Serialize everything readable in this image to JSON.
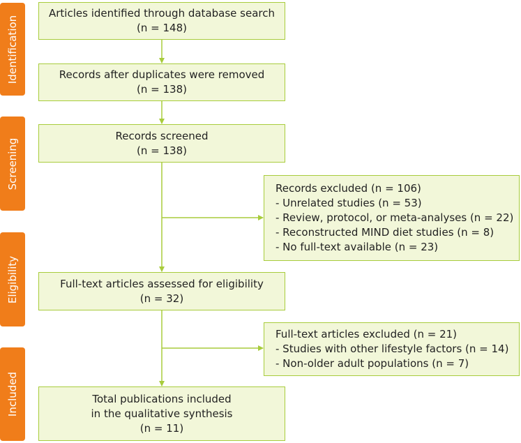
{
  "phases": {
    "identification": "Identification",
    "screening": "Screening",
    "eligibility": "Eligibility",
    "included": "Included"
  },
  "boxes": {
    "identified": {
      "line1": "Articles identified through database search",
      "line2": "(n = 148)"
    },
    "duplicates_removed": {
      "line1": "Records after duplicates were removed",
      "line2": "(n = 138)"
    },
    "screened": {
      "line1": "Records screened",
      "line2": "(n = 138)"
    },
    "excluded_records": {
      "title": "Records excluded (n = 106)",
      "items": [
        "- Unrelated studies (n = 53)",
        "- Review, protocol, or meta-analyses (n = 22)",
        "- Reconstructed MIND diet studies (n = 8)",
        "- No full-text available (n = 23)"
      ]
    },
    "fulltext_assessed": {
      "line1": "Full-text articles assessed for eligibility",
      "line2": "(n = 32)"
    },
    "fulltext_excluded": {
      "title": "Full-text articles excluded (n = 21)",
      "items": [
        "- Studies with other lifestyle factors (n = 14)",
        "- Non-older adult populations (n = 7)"
      ]
    },
    "included": {
      "line1": "Total publications included",
      "line2": "in the qualitative synthesis",
      "line3": "(n = 11)"
    }
  },
  "colors": {
    "phase_fill": "#f07d1a",
    "box_fill": "#f2f7d9",
    "box_border": "#a8cc3c",
    "connector": "#a8cc3c"
  }
}
